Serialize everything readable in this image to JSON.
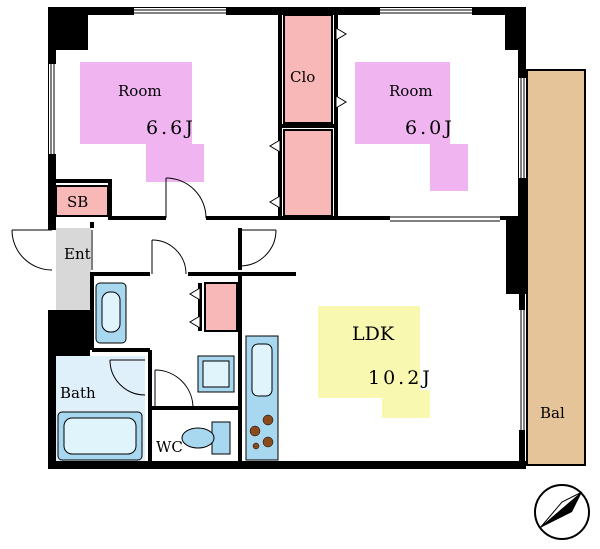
{
  "rooms": {
    "room_left": {
      "name": "Room",
      "size": "6.6J"
    },
    "room_right": {
      "name": "Room",
      "size": "6.0J"
    },
    "closet": {
      "name": "Clo"
    },
    "shoe_box": {
      "name": "SB"
    },
    "entrance": {
      "name": "Ent"
    },
    "bath": {
      "name": "Bath"
    },
    "toilet": {
      "name": "WC"
    },
    "ldk": {
      "name": "LDK",
      "size": "10.2J"
    },
    "balcony": {
      "name": "Bal"
    }
  },
  "colors": {
    "room_highlight": "#f0b4f0",
    "ldk_highlight": "#f8f8b0",
    "closet_fill": "#f8b8b8",
    "balcony_fill": "#e6c49a",
    "fixture_fill": "#a8d8f0",
    "bath_floor": "#e0f0fa",
    "entrance_floor": "#d8d8d8",
    "wall": "#000000"
  }
}
